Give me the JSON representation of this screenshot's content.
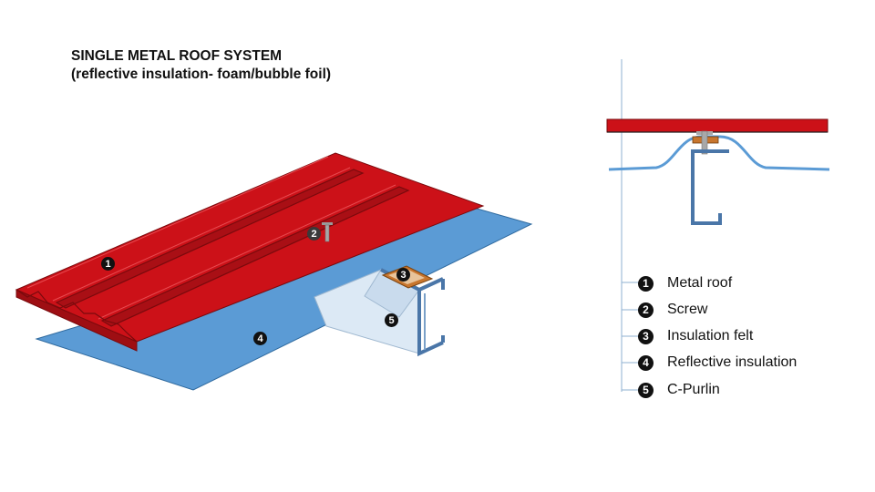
{
  "title": {
    "line1": "SINGLE METAL ROOF SYSTEM",
    "line2": "(reflective insulation- foam/bubble foil)"
  },
  "callouts": {
    "c1": "1",
    "c2": "2",
    "c3": "3",
    "c4": "4",
    "c5": "5"
  },
  "legend": [
    {
      "number": "1",
      "label": "Metal roof"
    },
    {
      "number": "2",
      "label": "Screw"
    },
    {
      "number": "3",
      "label": "Insulation felt"
    },
    {
      "number": "4",
      "label": "Reflective insulation"
    },
    {
      "number": "5",
      "label": "C-Purlin"
    }
  ],
  "colors": {
    "metal_roof": "#cc1118",
    "metal_roof_dark": "#8e0c10",
    "reflective_insulation": "#5b9bd5",
    "c_purlin": "#4a76a8",
    "insulation_felt": "#c8762e",
    "screw": "#a8a8a8",
    "callout_bg": "#111111"
  }
}
